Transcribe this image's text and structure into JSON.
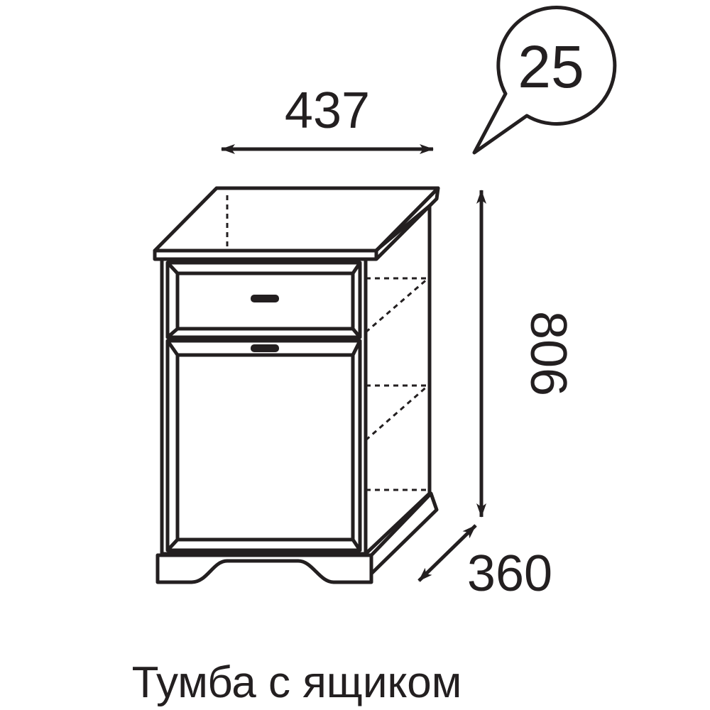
{
  "item_number": "25",
  "dimensions": {
    "width": "437",
    "height": "806",
    "depth": "360"
  },
  "title": "Тумба с ящиком",
  "colors": {
    "line": "#231f20",
    "background": "#ffffff"
  }
}
